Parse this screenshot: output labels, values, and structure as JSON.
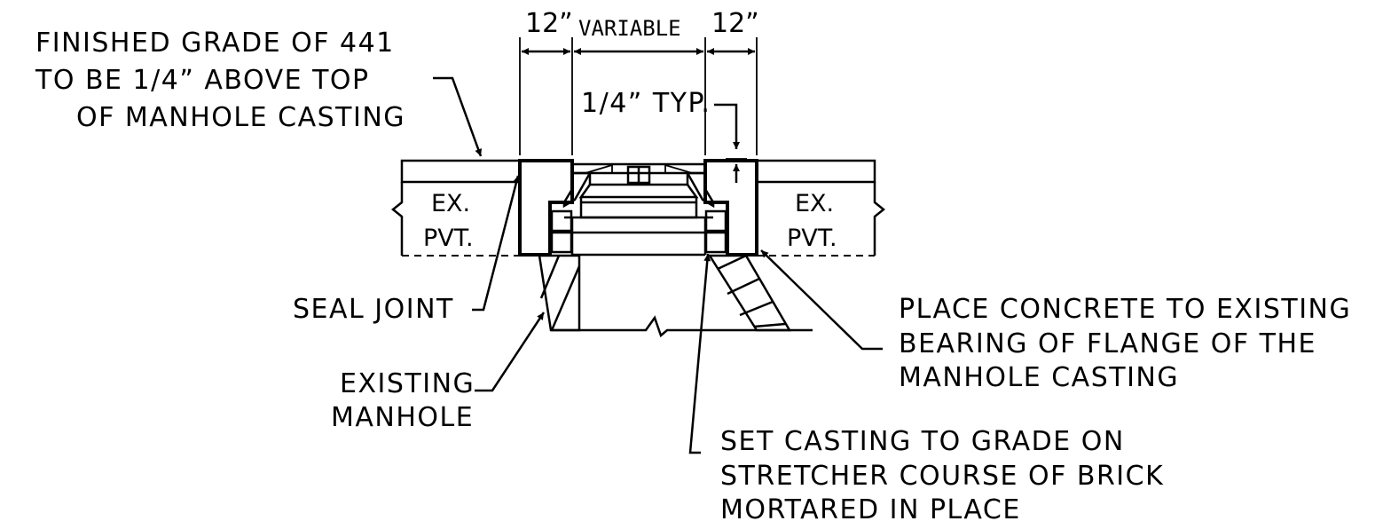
{
  "labels": {
    "finished_grade": [
      "FINISHED GRADE OF 441",
      "TO BE 1/4” ABOVE TOP",
      "OF MANHOLE CASTING"
    ],
    "seal_joint": "SEAL JOINT",
    "existing_manhole": [
      "EXISTING",
      "MANHOLE"
    ],
    "place_concrete": [
      "PLACE CONCRETE TO EXISTING",
      "BEARING OF FLANGE OF THE",
      "MANHOLE CASTING"
    ],
    "set_casting": [
      "SET CASTING TO GRADE ON",
      "STRETCHER COURSE OF BRICK",
      "MORTARED IN PLACE"
    ],
    "ex_pvt_left": [
      "EX.",
      "PVT."
    ],
    "ex_pvt_right": [
      "EX.",
      "PVT."
    ]
  },
  "dimensions": {
    "left": "12”",
    "middle": "VARIABLE",
    "right": "12”",
    "typ": "1/4” TYP."
  }
}
